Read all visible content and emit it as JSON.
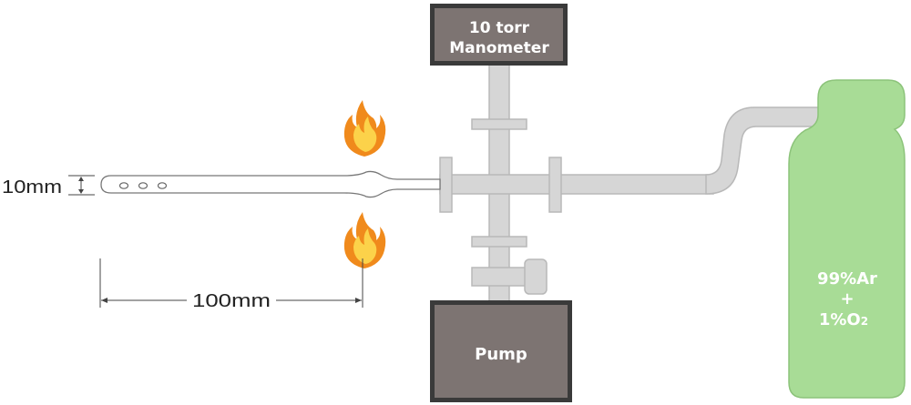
{
  "manometer": {
    "line1": "10 torr",
    "line2": "Manometer"
  },
  "pump": {
    "label": "Pump"
  },
  "gas_tank": {
    "line1": "99%Ar",
    "line2": "+",
    "line3_main": "1%O",
    "line3_sub": "2"
  },
  "dimensions": {
    "diameter": "10mm",
    "length": "100mm"
  },
  "colors": {
    "pipe_fill": "#d6d6d6",
    "pipe_stroke": "#b8b8b8",
    "box_fill": "#7d7472",
    "box_border": "#3a3a3a",
    "tank_fill": "#a8dc96",
    "tank_stroke": "#8cc37a",
    "flame_outer": "#f08a1c",
    "flame_inner": "#fcd24a"
  },
  "icons": [
    "flame-icon",
    "flame-icon"
  ]
}
